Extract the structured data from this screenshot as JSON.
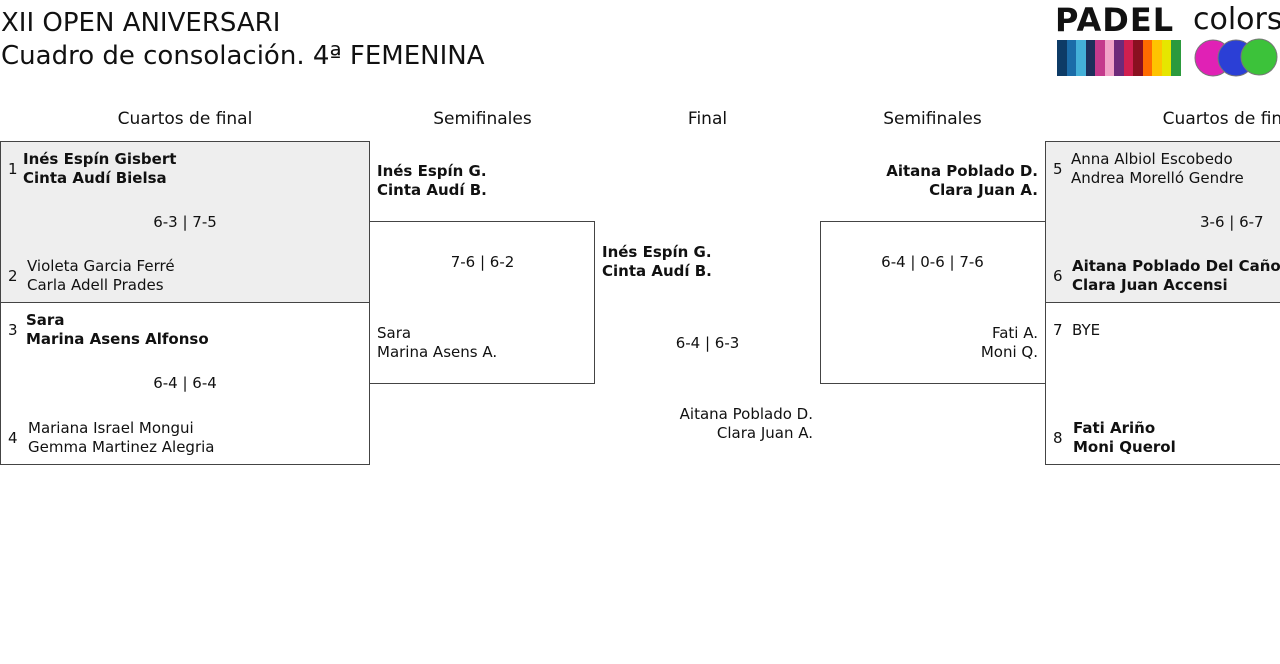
{
  "header": {
    "title": "XII OPEN ANIVERSARI",
    "subtitle": "Cuadro de consolación. 4ª FEMENINA"
  },
  "logo": {
    "word1": "PADEL",
    "word2": "colors",
    "ball_colors": [
      "#e021b5",
      "#2b3fd6",
      "#3cc23a"
    ],
    "stripe_colors": [
      "#0d3b66",
      "#1b6ca8",
      "#44b0d8",
      "#1d2f5a",
      "#c43a8c",
      "#f2a3c8",
      "#6e2a7a",
      "#d11f4f",
      "#8a1020",
      "#ff6b00",
      "#ffc300",
      "#e6e600",
      "#2c9a3d"
    ]
  },
  "rounds": {
    "left_qf": "Cuartos de final",
    "left_sf": "Semifinales",
    "final": "Final",
    "right_sf": "Semifinales",
    "right_qf": "Cuartos de final"
  },
  "left_qf": {
    "m1": {
      "seed_a": "1",
      "a1": "Inés Espín Gisbert",
      "a2": "Cinta Audí Bielsa",
      "score": "6-3 | 7-5",
      "seed_b": "2",
      "b1": "Violeta Garcia Ferré",
      "b2": "Carla Adell Prades"
    },
    "m2": {
      "seed_a": "3",
      "a1": "Sara",
      "a2": "Marina Asens Alfonso",
      "score": "6-4 | 6-4",
      "seed_b": "4",
      "b1": "Mariana Israel Mongui",
      "b2": "Gemma Martinez Alegria"
    }
  },
  "left_sf": {
    "a1": "Inés Espín G.",
    "a2": "Cinta Audí B.",
    "score": "7-6 | 6-2",
    "b1": "Sara",
    "b2": "Marina Asens A."
  },
  "final": {
    "a1": "Inés Espín G.",
    "a2": "Cinta Audí B.",
    "score": "6-4 | 6-3",
    "b1": "Aitana Poblado D.",
    "b2": "Clara Juan A."
  },
  "right_sf": {
    "a1": "Aitana Poblado D.",
    "a2": "Clara Juan A.",
    "score": "6-4 | 0-6 | 7-6",
    "b1": "Fati A.",
    "b2": "Moni Q."
  },
  "right_qf": {
    "m1": {
      "seed_a": "5",
      "a1": "Anna Albiol Escobedo",
      "a2": "Andrea Morelló Gendre",
      "score": "3-6 | 6-7",
      "seed_b": "6",
      "b1": "Aitana Poblado Del Caño",
      "b2": "Clara Juan Accensi"
    },
    "m2": {
      "seed_a": "7",
      "a1": "BYE",
      "seed_b": "8",
      "b1": "Fati Ariño",
      "b2": "Moni Querol"
    }
  }
}
